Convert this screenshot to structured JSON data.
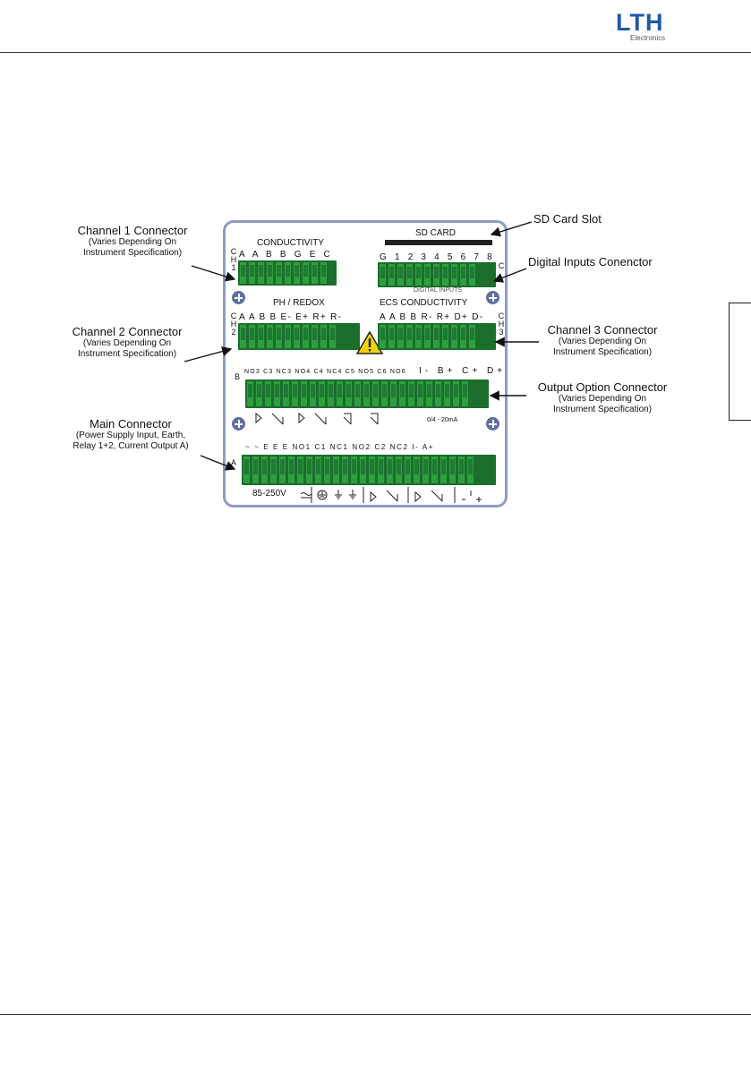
{
  "header": {
    "logo_text": "LTH",
    "logo_sub": "Electronics"
  },
  "panel": {
    "conductivity_label": "CONDUCTIVITY",
    "conductivity_letters": "A A B B G E C",
    "sd_card_label": "SD CARD",
    "digital_letters": "G 1 2 3 4 5 6 7 8",
    "digital_label": "DIGITAL INPUTS",
    "ph_label": "PH / REDOX",
    "ph_letters": "A A B B E- E+   R+ R-",
    "ecs_label": "ECS CONDUCTIVITY",
    "ecs_letters": "A A B B R- R+   D+ D-",
    "output_letters": "NO3 C3 NC3 NO4 C4 NC4 C5 NO5 C6 NO6",
    "output_big": "I- B+ C+ D+",
    "output_range": "0/4 - 20mA",
    "main_letters": "~  ~  E  E  E  NO1 C1 NC1 NO2 C2 NC2  I-  A+",
    "main_bottom": "85-250V",
    "row_a": "A",
    "row_b": "B",
    "row_c": "C",
    "ch1": "C H 1",
    "ch2": "C H 2",
    "ch3": "C H 3"
  },
  "annotations": {
    "channel1_title": "Channel 1 Connector",
    "channel1_desc1": "(Varies Depending On",
    "channel1_desc2": "Instrument Specification)",
    "channel2_title": "Channel 2 Connector",
    "channel2_desc1": "(Varies Depending On",
    "channel2_desc2": "Instrument Specification)",
    "main_title": "Main Connector",
    "main_desc1": "(Power Supply Input, Earth,",
    "main_desc2": "Relay 1+2, Current Output A)",
    "sd_title": "SD Card Slot",
    "digital_title": "Digital Inputs Conenctor",
    "channel3_title": "Channel 3 Connector",
    "channel3_desc1": "(Varies Depending On",
    "channel3_desc2": "Instrument Specification)",
    "output_title": "Output Option Connector",
    "output_desc1": "(Varies Depending On",
    "output_desc2": "Instrument Specification)"
  }
}
